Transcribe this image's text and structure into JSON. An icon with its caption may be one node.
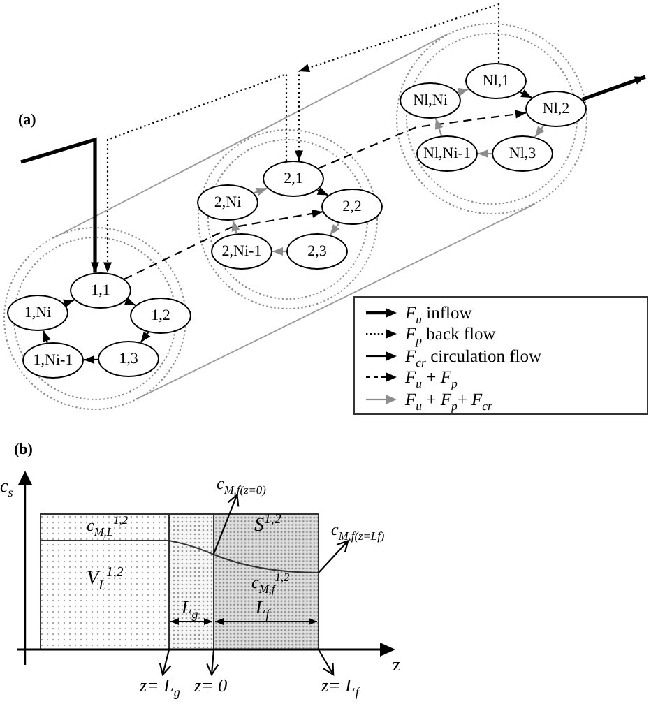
{
  "diagram": {
    "nodes": [
      {
        "text": [
          "1,1"
        ]
      },
      {
        "text": [
          "1,2"
        ]
      },
      {
        "text": [
          "1,3"
        ]
      },
      {
        "text": [
          "1,Ni-1"
        ]
      },
      {
        "text": [
          "1,Ni"
        ]
      },
      {
        "text": [
          "2,1"
        ]
      },
      {
        "text": [
          "2,2"
        ]
      },
      {
        "text": [
          "2,3"
        ]
      },
      {
        "text": [
          "2,Ni-1"
        ]
      },
      {
        "text": [
          "2,Ni"
        ]
      },
      {
        "text": [
          "Nl,1"
        ]
      },
      {
        "text": [
          "Nl,2"
        ]
      },
      {
        "text": [
          "Nl,3"
        ]
      },
      {
        "text": [
          "Nl,Ni-1"
        ]
      },
      {
        "text": [
          "Nl,Ni"
        ]
      },
      {
        "text": [
          "c$_{M,f(z=0)}$"
        ]
      },
      {
        "text": [
          "c$_{M,f(z=Lf)}$"
        ]
      },
      {
        "text": [
          "z= L$_{g}$"
        ]
      },
      {
        "text": [
          "z= 0"
        ]
      },
      {
        "text": [
          "z= L$_{f}$"
        ]
      },
      {
        "text": [],
        "shape": "curve",
        "beside": [
          "c$_{M,L}$$^{1,2}$",
          "c$_{M,f}$$^{1,2}$"
        ]
      },
      {
        "text": [],
        "shape": "arrow",
        "beside": [
          "z"
        ]
      }
    ],
    "edges": [
      {
        "from": null,
        "to": 0,
        "arrow": "to",
        "style": "thick"
      },
      {
        "from": 5,
        "to": 0,
        "arrow": "to",
        "style": "dashed"
      },
      {
        "from": 10,
        "to": 5,
        "arrow": "to",
        "style": "dashed"
      },
      {
        "from": 0,
        "to": 6,
        "arrow": "to",
        "style": "dashed"
      },
      {
        "from": 5,
        "to": 11,
        "arrow": "to",
        "style": "dashed"
      },
      {
        "from": 11,
        "to": null,
        "arrow": "to",
        "style": "thick"
      },
      {
        "from": 0,
        "to": 1,
        "arrow": "to"
      },
      {
        "from": 1,
        "to": 2,
        "arrow": "to"
      },
      {
        "from": 2,
        "to": 3,
        "arrow": "to"
      },
      {
        "from": 3,
        "to": 4,
        "arrow": "to"
      },
      {
        "from": 4,
        "to": 0,
        "arrow": "to"
      },
      {
        "from": 5,
        "to": 6,
        "arrow": "to"
      },
      {
        "from": 6,
        "to": 7,
        "arrow": "to",
        "color": "#8c8c8c"
      },
      {
        "from": 7,
        "to": 8,
        "arrow": "to",
        "color": "#8c8c8c"
      },
      {
        "from": 8,
        "to": 9,
        "arrow": "to",
        "color": "#8c8c8c"
      },
      {
        "from": 9,
        "to": 5,
        "arrow": "to",
        "color": "#8c8c8c"
      },
      {
        "from": 10,
        "to": 11,
        "arrow": "to"
      },
      {
        "from": 11,
        "to": 12,
        "arrow": "to",
        "color": "#8c8c8c"
      },
      {
        "from": 12,
        "to": 13,
        "arrow": "to",
        "color": "#8c8c8c"
      },
      {
        "from": 13,
        "to": 14,
        "arrow": "to",
        "color": "#8c8c8c"
      },
      {
        "from": 14,
        "to": 10,
        "arrow": "to",
        "color": "#8c8c8c"
      },
      {
        "from": 20,
        "to": 15,
        "arrow": "to"
      },
      {
        "from": 20,
        "to": 16,
        "arrow": "to"
      },
      {
        "from": 21,
        "to": 17,
        "arrow": "to"
      },
      {
        "from": 21,
        "to": 18,
        "arrow": "to"
      },
      {
        "from": 21,
        "to": 19,
        "arrow": "to"
      }
    ],
    "labels": [
      "(a)",
      "(b)",
      "c$_{s}$",
      "S$^{1,2}$",
      "V$_{L}$$^{1,2}$",
      "L$_{g}$",
      "L$_{f}$"
    ],
    "legend": [
      {
        "text": "*F*$_{u}$ inflow"
      },
      {
        "text": "*F*$_{p}$ back flow"
      },
      {
        "text": "*F*$_{cr}$ circulation flow"
      },
      {
        "text": "*F*$_{u}$ + *F*$_{p}$"
      },
      {
        "text": "*F*$_{u}$ + *F*$_{p}$+ *F*$_{cr}$"
      }
    ]
  }
}
